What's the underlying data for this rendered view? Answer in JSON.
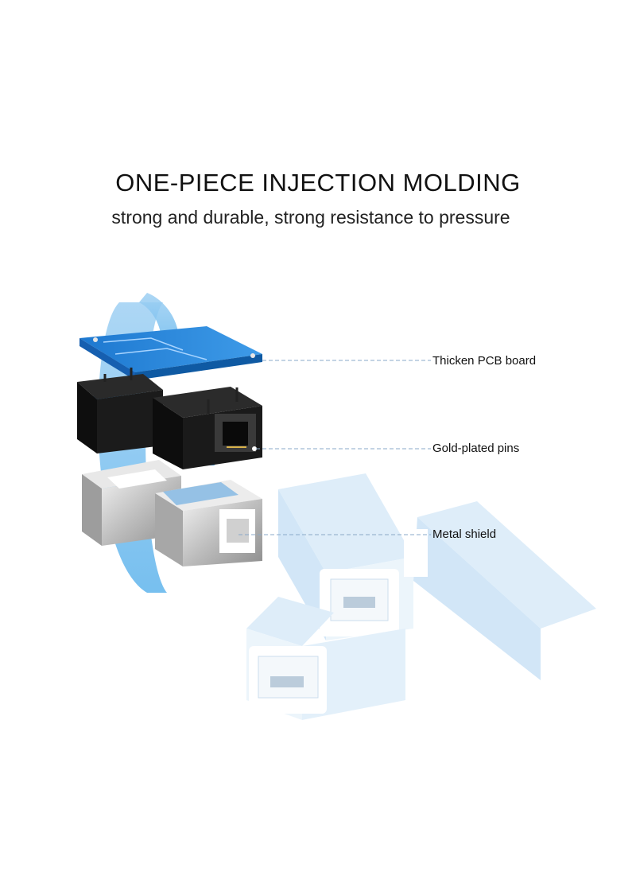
{
  "header": {
    "title": "ONE-PIECE INJECTION MOLDING",
    "subtitle": "strong and durable, strong resistance to pressure"
  },
  "callouts": {
    "pcb": "Thicken PCB board",
    "pins": "Gold-plated pins",
    "shield": "Metal shield"
  },
  "colors": {
    "accent_blue": "#3a8fd6",
    "light_blue": "#cfe4f5",
    "black_body": "#141414",
    "metal": "#c8c8c8"
  }
}
